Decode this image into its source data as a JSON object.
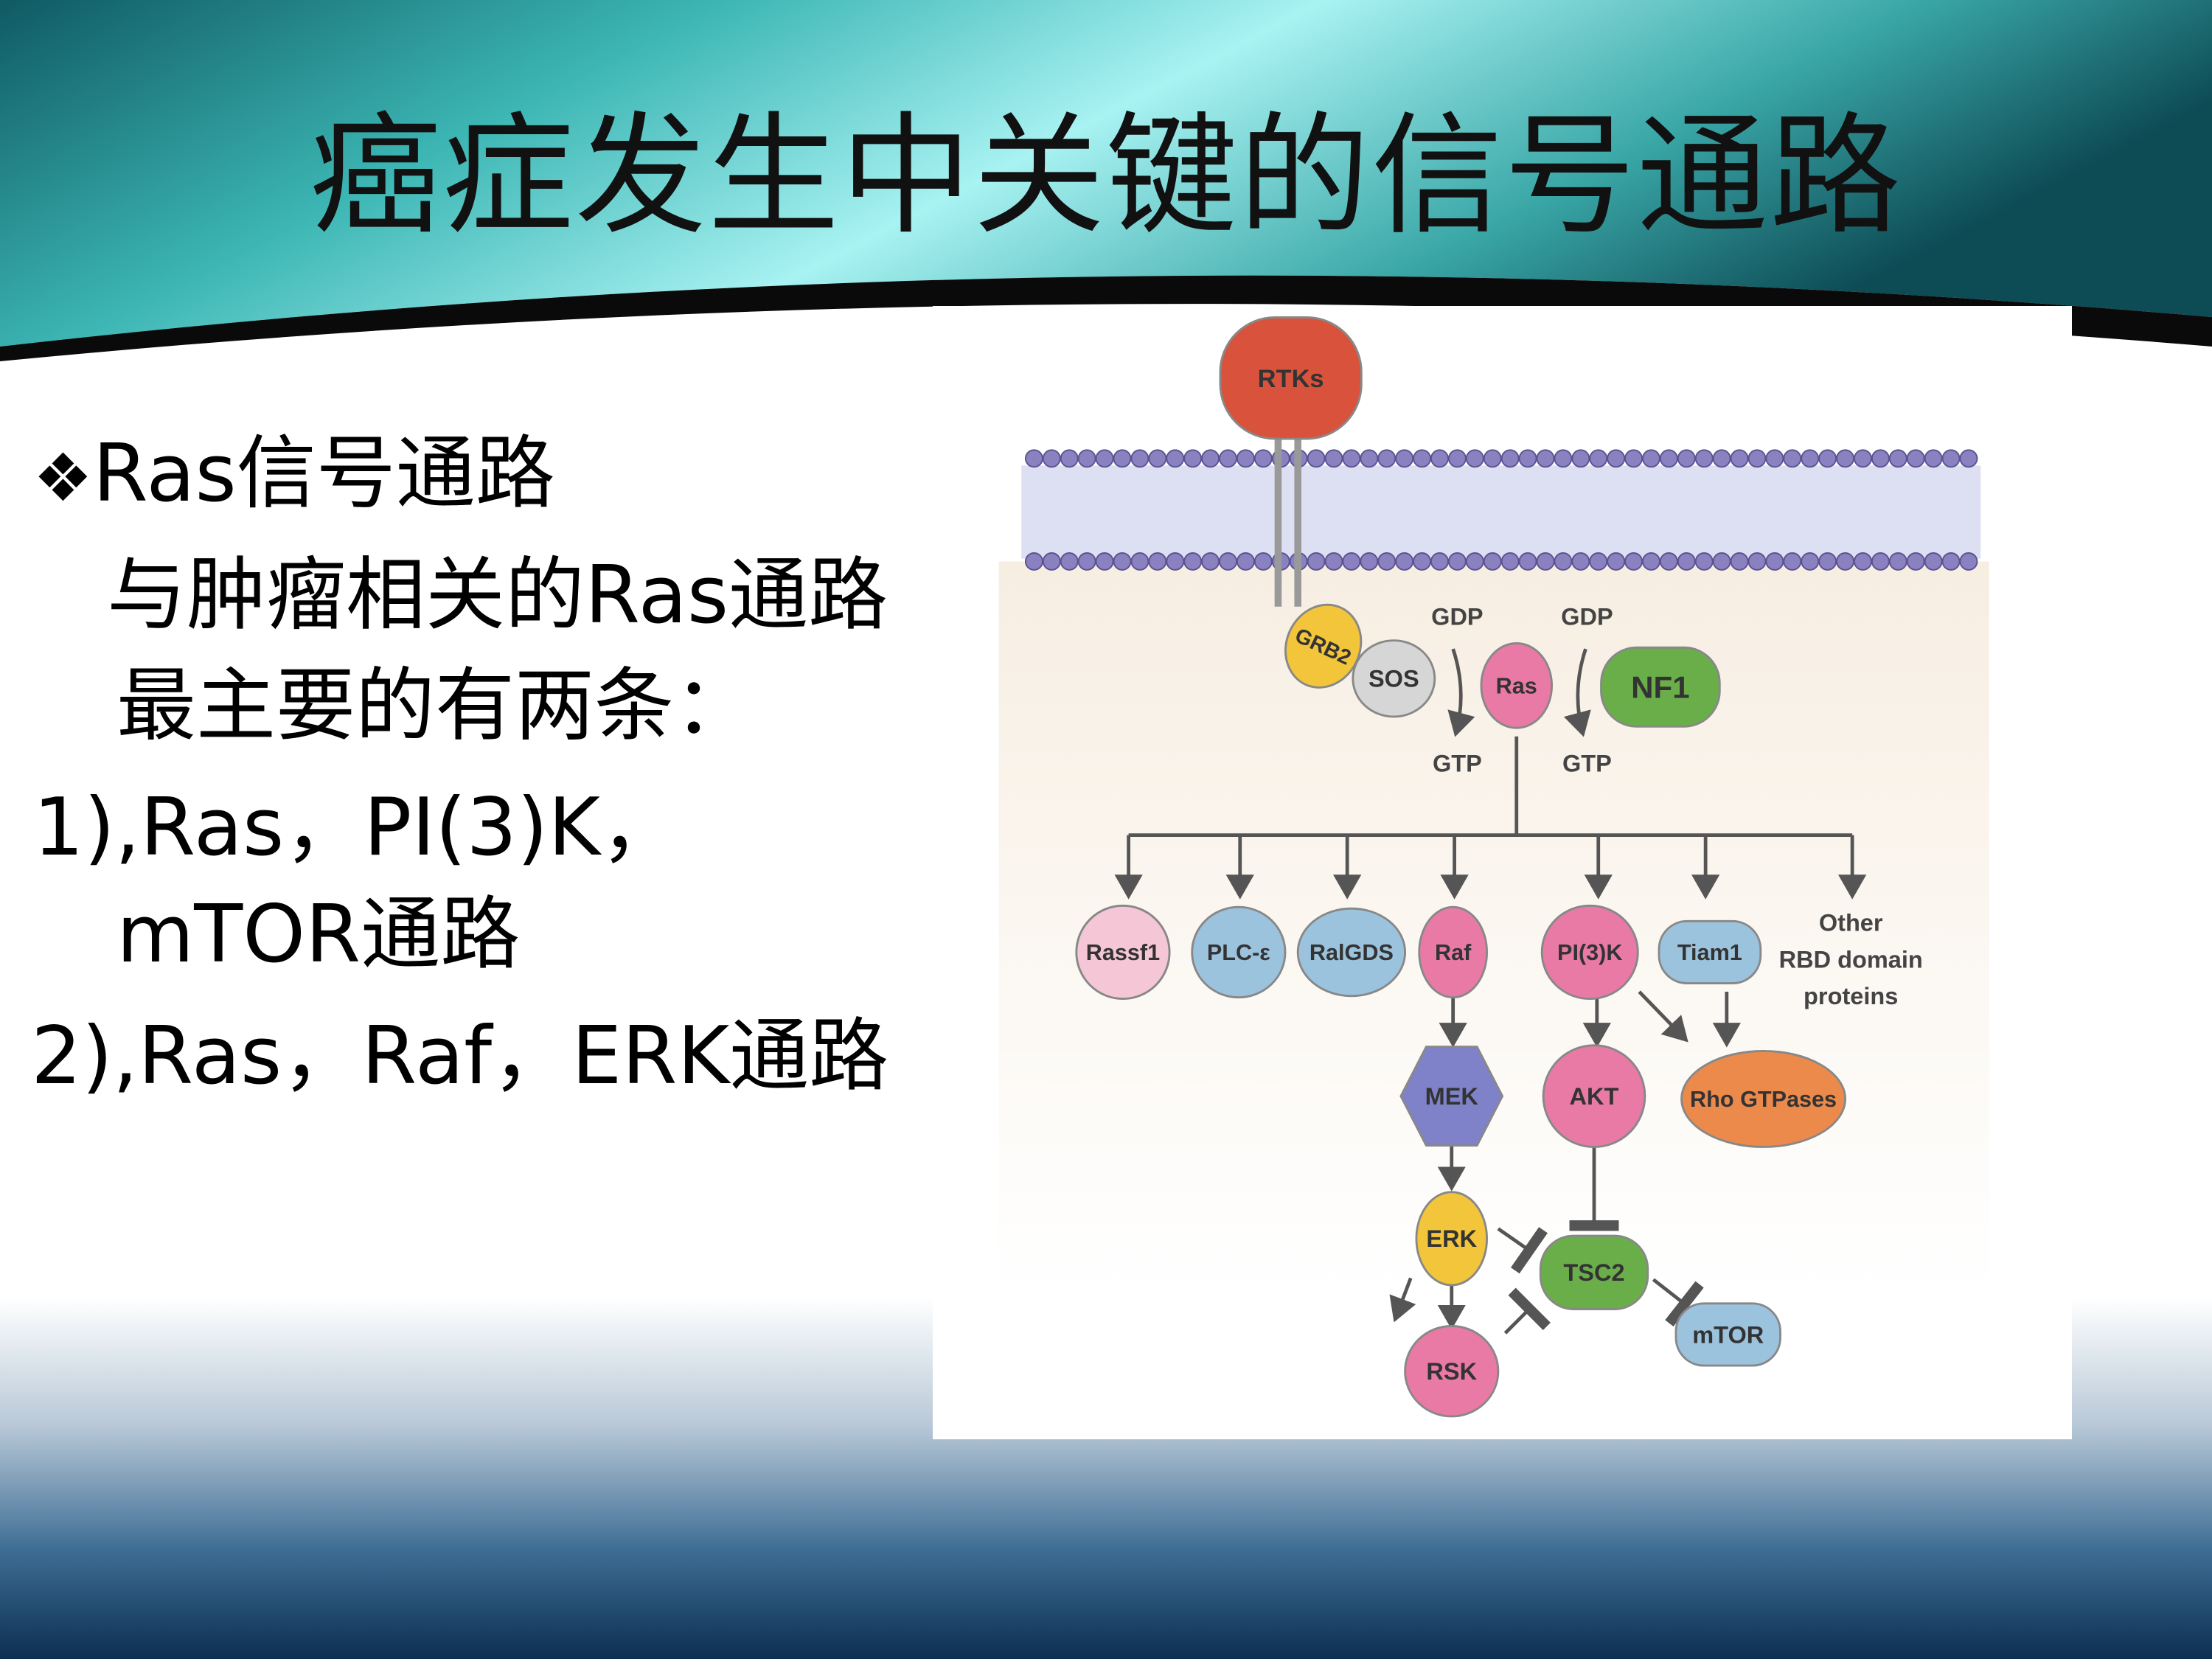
{
  "slide": {
    "title": "癌症发生中关键的信号通路",
    "bullet_icon": "diamond-bullet-icon",
    "bullet_heading": "Ras信号通路",
    "lines": [
      "与肿瘤相关的Ras通路",
      "最主要的有两条：",
      "1),Ras，PI(3)K，",
      "mTOR通路",
      "2),Ras，Raf，ERK通路"
    ]
  },
  "diagram": {
    "nodes": [
      "RTKs",
      "GRB2",
      "SOS",
      "Ras",
      "NF1",
      "Rassf1",
      "PLC-ε",
      "RalGDS",
      "Raf",
      "PI(3)K",
      "Tiam1",
      "MEK",
      "AKT",
      "Rho GTPases",
      "ERK",
      "TSC2",
      "mTOR",
      "RSK"
    ],
    "gdp_labels": [
      "GDP",
      "GDP"
    ],
    "gtp_labels": [
      "GTP",
      "GTP"
    ],
    "other": [
      "Other",
      "RBD domain",
      "proteins"
    ],
    "colors": {
      "red": "#d9533c",
      "yellow": "#f2c53a",
      "gray": "#d6d6d6",
      "pink": "#e97aa6",
      "lightpink": "#f4c6d6",
      "blue": "#9cc3de",
      "green": "#6aae4a",
      "purple": "#7f82c8",
      "orange": "#ec8a4c",
      "membrane": "#8a82c0",
      "cytoplasm": "#f7eee2"
    }
  }
}
